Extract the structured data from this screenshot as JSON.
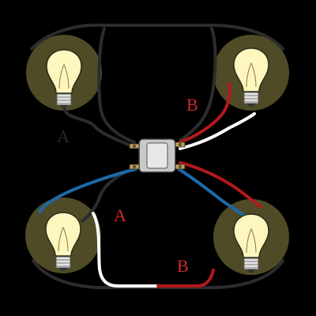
{
  "labels": {
    "top_left_lamp": "A",
    "top_right_wire": "B",
    "bottom_left_wire": "A",
    "bottom_right_wire": "B"
  },
  "colors": {
    "background": "#000000",
    "lamp_halo": "#4f4b26",
    "bulb_glass": "#fdf6bf",
    "bulb_outline": "#2b2b1c",
    "bulb_base": "#e4e4e4",
    "wire_black": "#2c2c2c",
    "wire_red": "#b3191c",
    "wire_blue": "#1d6aa6",
    "wire_white": "#ffffff",
    "label_red": "#cc2a2a",
    "label_dark": "#2a2a2a",
    "switch_body": "#c9c9c9",
    "switch_terminal": "#c7a24a"
  }
}
